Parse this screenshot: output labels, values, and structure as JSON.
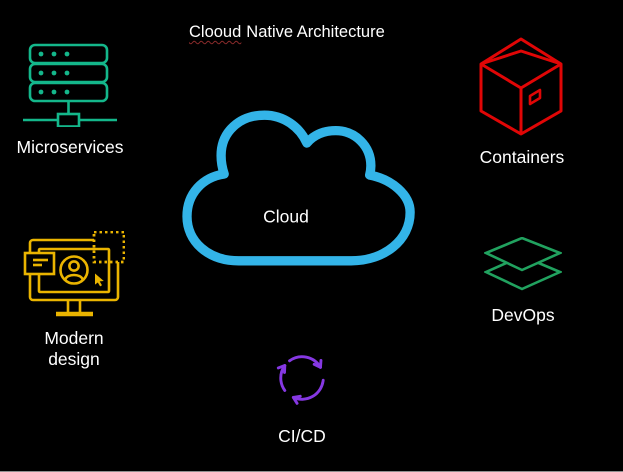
{
  "page": {
    "background": "#000000",
    "text_color": "#ffffff"
  },
  "title": {
    "text": "Clooud Native Architecture",
    "misspelled_word": "Clooud",
    "rest": "Native Architecture"
  },
  "cloud": {
    "label": "Cloud",
    "color": "#33b4e8",
    "icon": "cloud-outline-icon"
  },
  "nodes": {
    "microservices": {
      "label": "Microservices",
      "color": "#14b78b",
      "icon": "server-stack-icon"
    },
    "containers": {
      "label": "Containers",
      "color": "#e00606",
      "icon": "cube-box-icon"
    },
    "modern_design": {
      "label": "Modern design",
      "color": "#eab400",
      "icon": "monitor-design-icon"
    },
    "devops": {
      "label": "DevOps",
      "color": "#21a25f",
      "icon": "layers-icon"
    },
    "cicd": {
      "label": "CI/CD",
      "color": "#8638e3",
      "icon": "cycle-arrows-icon"
    }
  }
}
